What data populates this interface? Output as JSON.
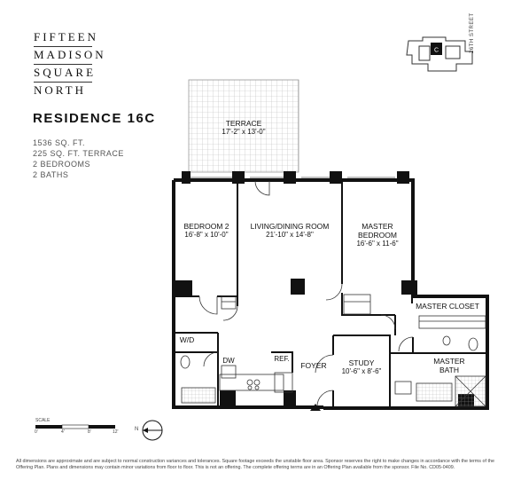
{
  "logo": {
    "lines": [
      "FIFTEEN",
      "MADISON",
      "SQUARE",
      "NORTH"
    ]
  },
  "street_label": "26TH STREET",
  "key_plan_unit": "C",
  "residence": {
    "title": "RESIDENCE 16C",
    "stats": [
      "1536 SQ. FT.",
      "225 SQ. FT. TERRACE",
      "2 BEDROOMS",
      "2 BATHS"
    ]
  },
  "rooms": {
    "terrace": {
      "name": "TERRACE",
      "dims": "17'-2\" x 13'-0\""
    },
    "bedroom2": {
      "name": "BEDROOM 2",
      "dims": "16'-8\" x 10'-0\""
    },
    "living": {
      "name": "LIVING/DINING ROOM",
      "dims": "21'-10\" x 14'-8\""
    },
    "master_bedroom": {
      "name_line1": "MASTER",
      "name_line2": "BEDROOM",
      "dims": "16'-6\" x 11-6\""
    },
    "master_closet": {
      "name": "MASTER CLOSET"
    },
    "wd": {
      "name": "W/D"
    },
    "dw": {
      "name": "DW"
    },
    "ref": {
      "name": "REF."
    },
    "foyer": {
      "name": "FOYER"
    },
    "study": {
      "name": "STUDY",
      "dims": "10'-6\" x 8'-6\""
    },
    "master_bath": {
      "name_line1": "MASTER",
      "name_line2": "BATH"
    }
  },
  "scale": {
    "label": "SCALE",
    "ticks": [
      "0'",
      "4'",
      "8'",
      "12'"
    ],
    "north": "N"
  },
  "disclaimer": "All dimensions are approximate and are subject to normal construction variances and tolerances. Square footage exceeds the unstable floor area. Sponsor reserves the right to make changes in accordance with the terms of the Offering Plan. Plans and dimensions may contain minor variations from floor to floor. This is not an offering. The complete offering terms are in an Offering Plan available from the sponsor. File No. CD05-0409."
}
